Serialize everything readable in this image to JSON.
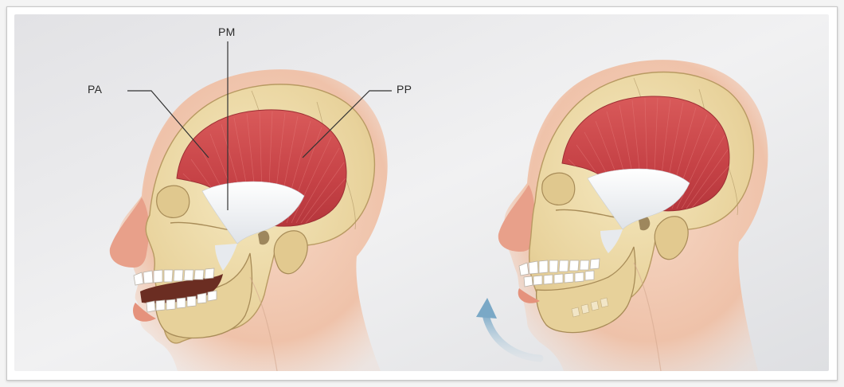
{
  "labels": {
    "pa": "PA",
    "pm": "PM",
    "pp": "PP"
  },
  "colors": {
    "background": "#ececed",
    "skin": "#f0c7ae",
    "bone": "#ead7a2",
    "bone_shadow": "#c9b07a",
    "muscle": "#c8474a",
    "tendon": "#f6f6f6",
    "nose": "#e9a08b",
    "teeth": "#ffffff",
    "mouth": "#6d2d23",
    "arrow": "#8fb4cc"
  },
  "icons": {
    "arrow": "curved-arrow-icon"
  }
}
